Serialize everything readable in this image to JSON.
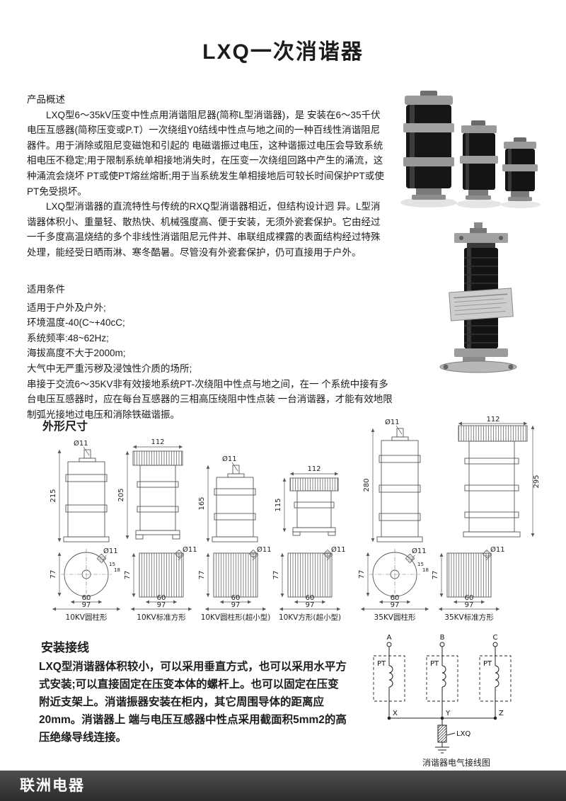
{
  "page": {
    "title": "LXQ一次消谐器",
    "footer_brand": "联洲电器"
  },
  "overview": {
    "heading": "产品概述",
    "para1": "LXQ型6～35kV压变中性点用消谐阻尼器(简称L型消谐器)，是 安装在6～35千伏电压互感器(简称压变或P.T）一次绕组Y0结线中性点与地之间的一种百线性消谐阻尼器件。用于消除或阻尼变磁饱和引起的 电磁谐振过电压，这种谐振过电压会导致系统相电压不稳定;用于限制系统单相接地消失时，在压变一次绕组回路中产生的涌流，这种涌流会烧坏 PT或使PT熔丝熔断;用于当系统发生单相接地后可较长时间保护PT或使 PT免受损坏。",
    "para2": "LXQ型消谐器的直流特性与传统的RXQ型消谐器相近，但结构设计迥 异。L型消谐器体积小、重量轻、散热快、机械强度高、便于安装，无须外瓷套保护。它由经过一千多度高温烧结的多个非线性消谐阻尼元件并、串联组成裸露的表面结构经过特殊处理，能经受日晒雨淋、寒冬酷暑。尽管没有外瓷套保护，仍可直接用于户外。"
  },
  "conditions": {
    "heading": "适用条件",
    "items": [
      "适用于户外及户外;",
      "环境温度-40(C~+40cC;",
      "系统频率:48~62Hz;",
      "海拔高度不大于2000m;",
      "大气中无严重污秽及浸蚀性介质的场所;",
      "串接于交流6～35KV非有效接地系统PT-次绕阻中性点与地之间，在一 个系统中接有多台电压互感器时，应在每台互感器的三相高压绕阻中性点装 一台消谐器，才能有效地限制弧光接地过电压和消除铁磁谐振。"
    ]
  },
  "dimensions": {
    "heading": "外形尺寸",
    "dia": "Ø11",
    "models": [
      {
        "name": "10KV圆柱形",
        "height": "215"
      },
      {
        "name": "10KV标准方形",
        "width": "112",
        "height": "205"
      },
      {
        "name": "10KV圆柱形(超小型)",
        "height": "165"
      },
      {
        "name": "10KV方形(超小型)",
        "width": "112",
        "height": "115"
      },
      {
        "name": "35KV圆柱形",
        "height": "280"
      },
      {
        "name": "35KV标准方形",
        "width": "112",
        "height": "295"
      }
    ],
    "base_views": {
      "bolt_dia": "Ø11",
      "inner_width": "60",
      "outer_width": "97",
      "depth": "77",
      "pitch1": "15",
      "pitch2": "18"
    }
  },
  "installation": {
    "heading": "安装接线",
    "text": "LXQ型消谐器体积较小，可以采用垂直方式，也可以采用水平方式安装;可以直接固定在压变本体的螺杆上。也可以固定在压变附近支架上。消谐振器安装在柜内，其它周围导体的距离应20mm。消谐器上 端与电压互感器中性点采用截面积5mm2的高压绝缘导线连接。",
    "wiring": {
      "phases": [
        "A",
        "B",
        "C"
      ],
      "pt_label": "PT",
      "neutral_labels": [
        "X",
        "Y",
        "Z"
      ],
      "device_label": "LXQ",
      "caption": "消谐器电气接线图"
    }
  }
}
